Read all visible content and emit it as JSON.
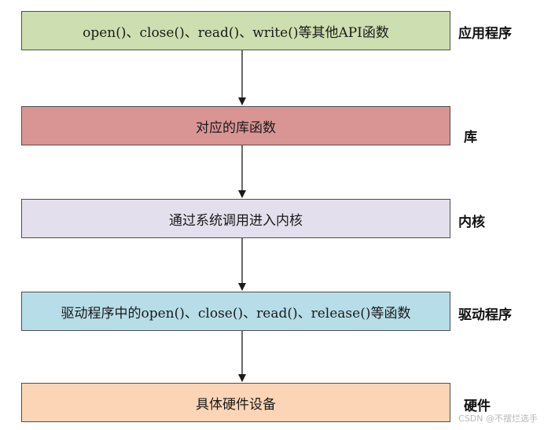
{
  "layers": [
    {
      "text": "open()、close()、read()、write()等其他API函数",
      "side_label": "应用程序",
      "fill": "#cddfb0"
    },
    {
      "text": "对应的库函数",
      "side_label": "库",
      "fill": "#d99594"
    },
    {
      "text": "通过系统调用进入内核",
      "side_label": "内核",
      "fill": "#e4dfec"
    },
    {
      "text": "驱动程序中的open()、close()、read()、release()等函数",
      "side_label": "驱动程序",
      "fill": "#b7dde8"
    },
    {
      "text": "具体硬件设备",
      "side_label": "硬件",
      "fill": "#fbd5b5"
    }
  ],
  "arrow_color": "#1a1a1a",
  "watermark": "CSDN @不摆烂选手"
}
